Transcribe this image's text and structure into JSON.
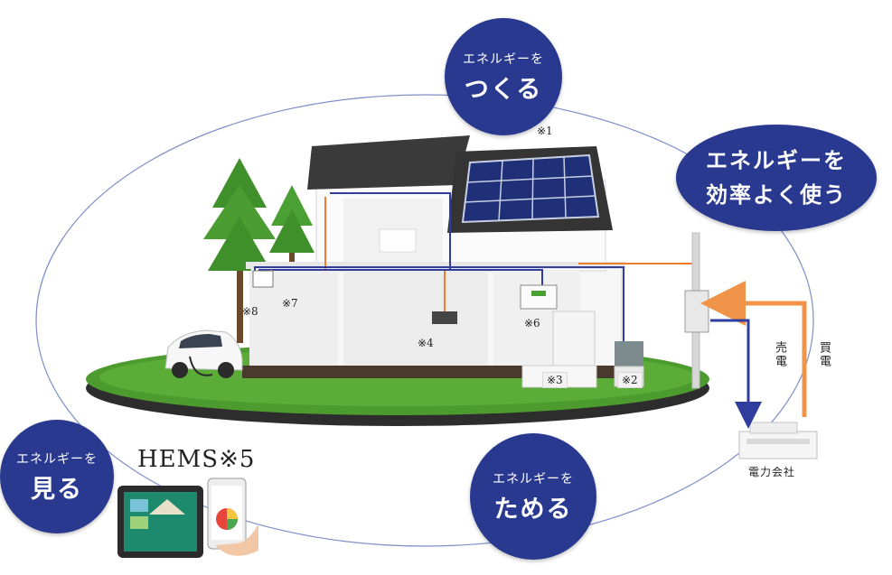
{
  "bubbles": {
    "create": {
      "small": "エネルギーを",
      "big": "つくる"
    },
    "store": {
      "small": "エネルギーを",
      "big": "ためる"
    },
    "see": {
      "small": "エネルギーを",
      "big": "見る"
    },
    "efficient": {
      "line1": "エネルギーを",
      "line2": "効率よく使う"
    }
  },
  "notes": {
    "n1": "※1",
    "n2": "※2",
    "n3": "※3",
    "n4": "※4",
    "n6": "※6",
    "n7": "※7",
    "n8": "※8"
  },
  "hems_label": "HEMS※5",
  "grid": {
    "sell": "売電",
    "buy": "買電",
    "company": "電力会社"
  },
  "colors": {
    "bubble": "#2a3990",
    "buy_arrow": "#f0944a",
    "sell_arrow": "#2f3e9e",
    "wire_orange": "#ef7d2e",
    "wire_blue": "#2f3e9e"
  }
}
